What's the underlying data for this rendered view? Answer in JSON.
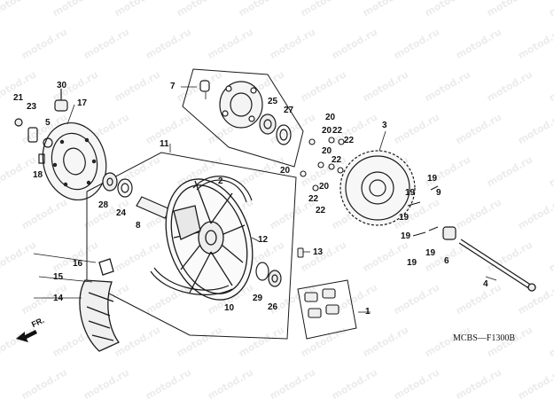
{
  "diagram": {
    "watermark_text": "motod.ru",
    "diagram_code": "MCBS—F1300B",
    "direction_label": "FR.",
    "part_labels": [
      "1",
      "2",
      "3",
      "4",
      "5",
      "6",
      "7",
      "8",
      "9",
      "10",
      "11",
      "12",
      "13",
      "14",
      "15",
      "16",
      "17",
      "18",
      "19",
      "19",
      "19",
      "19",
      "19",
      "19",
      "20",
      "20",
      "20",
      "20",
      "20",
      "21",
      "22",
      "22",
      "22",
      "22",
      "22",
      "23",
      "24",
      "25",
      "26",
      "27",
      "28",
      "29",
      "30"
    ]
  }
}
